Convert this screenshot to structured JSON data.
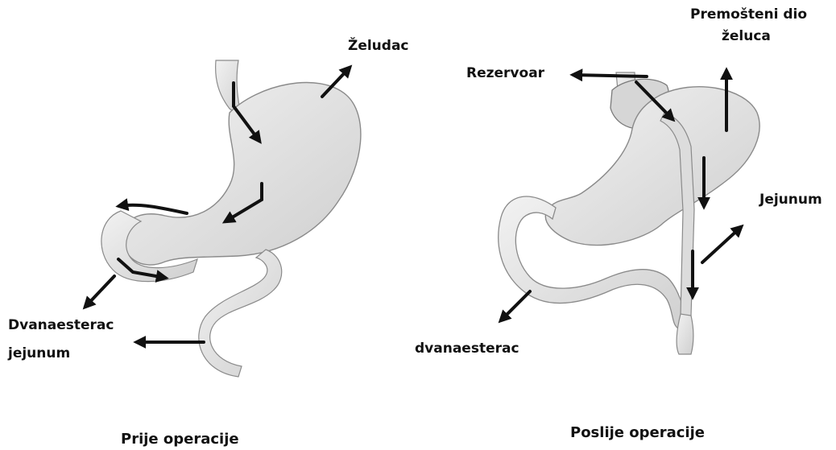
{
  "before": {
    "caption": "Prije operacije",
    "labels": {
      "stomach": "Želudac",
      "duodenum": "Dvanaesterac",
      "jejunum": "jejunum"
    }
  },
  "after": {
    "caption": "Poslije operacije",
    "labels": {
      "pouch": "Rezervoar",
      "bypassed_line1": "Premošteni dio",
      "bypassed_line2": "želuca",
      "jejunum": "Jejunum",
      "duodenum": "dvanaesterac"
    }
  },
  "colors": {
    "arrow": "#111111",
    "organ_fill": "#e4e4e4",
    "organ_stroke": "#8a8a8a"
  }
}
